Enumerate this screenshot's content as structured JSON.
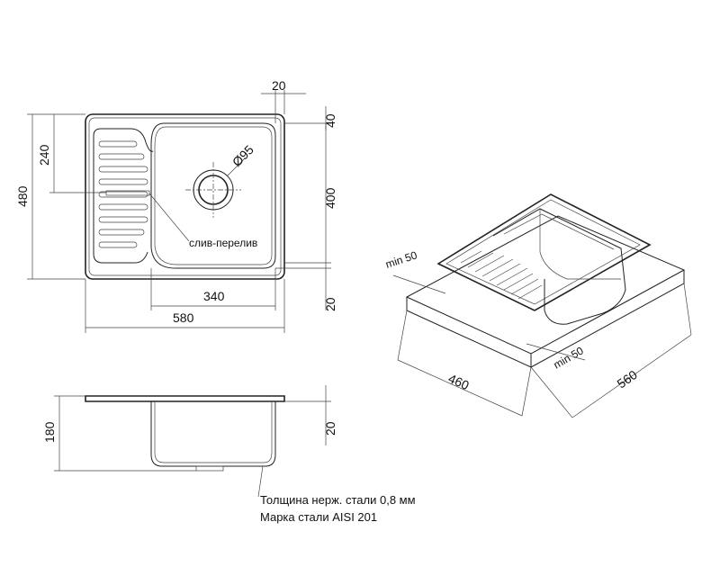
{
  "top_view": {
    "dims": {
      "width_total": "580",
      "height_total": "480",
      "bowl_width": "340",
      "left_offset": "240",
      "bowl_height": "400",
      "top_margin": "40",
      "bottom_margin": "20",
      "right_margin": "20",
      "drain_diameter": "Ø95"
    },
    "overflow_label": "слив-перелив"
  },
  "side_view": {
    "dims": {
      "depth": "180",
      "rim": "20"
    }
  },
  "iso_view": {
    "dims": {
      "cutout_depth": "460",
      "cutout_width": "560",
      "min_left": "min 50",
      "min_right": "min 50"
    }
  },
  "notes": {
    "line1": "Толщина нерж. стали 0,8 мм",
    "line2": "Марка стали AISI 201"
  }
}
